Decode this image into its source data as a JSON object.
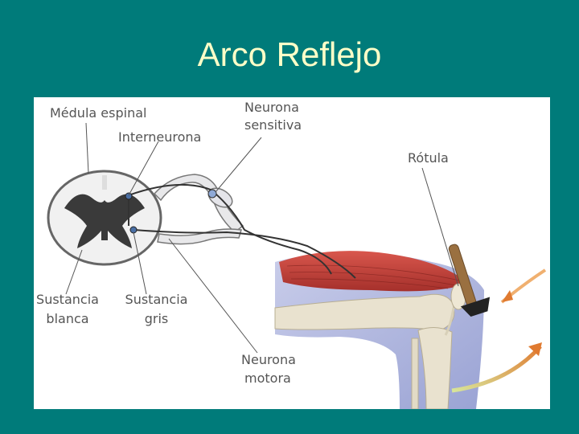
{
  "slide": {
    "title": "Arco Reflejo"
  },
  "diagram": {
    "labels": {
      "medula_espinal": "Médula espinal",
      "interneurona": "Interneurona",
      "neurona_sensitiva_1": "Neurona",
      "neurona_sensitiva_2": "sensitiva",
      "rotula": "Rótula",
      "sustancia_blanca_1": "Sustancia",
      "sustancia_blanca_2": "blanca",
      "sustancia_gris_1": "Sustancia",
      "sustancia_gris_2": "gris",
      "neurona_motora_1": "Neurona",
      "neurona_motora_2": "motora"
    },
    "colors": {
      "background": "#007b7a",
      "title": "#ffffc8",
      "muscle": "#c8413a",
      "bone": "#e9e2cf",
      "skin": "#b6bde0",
      "gray_matter": "#3a3a3a",
      "arrow": "#e07a30"
    }
  }
}
